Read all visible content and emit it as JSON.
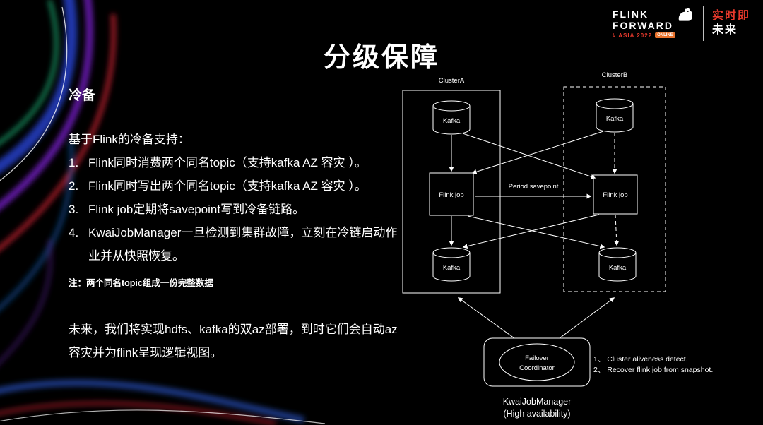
{
  "title": "分级保障",
  "logo": {
    "brand_line1": "FLINK",
    "brand_line2": "FORWARD",
    "brand_sub": "# ASIA 2022",
    "brand_badge": "ONLINE",
    "tagline_line1": "实时即",
    "tagline_line2": "未来"
  },
  "content": {
    "section_heading": "冷备",
    "intro": "基于Flink的冷备支持：",
    "list": [
      {
        "num": "1.",
        "text": "Flink同时消费两个同名topic（支持kafka AZ 容灾 ）。"
      },
      {
        "num": "2.",
        "text": "Flink同时写出两个同名topic（支持kafka AZ 容灾 ）。"
      },
      {
        "num": "3.",
        "text": "Flink job定期将savepoint写到冷备链路。"
      },
      {
        "num": "4.",
        "text": "KwaiJobManager一旦检测到集群故障，立刻在冷链启动作业并从快照恢复。"
      }
    ],
    "note": "注：两个同名topic组成一份完整数据",
    "future": "未来，我们将实现hdfs、kafka的双az部署，到时它们会自动az容灾并为flink呈现逻辑视图。"
  },
  "diagram": {
    "cluster_a": {
      "label": "ClusterA",
      "kafka_top": "Kafka",
      "flink_job": "Flink job",
      "kafka_bottom": "Kafka"
    },
    "cluster_b": {
      "label": "ClusterB",
      "kafka_top": "Kafka",
      "flink_job": "Flink job",
      "kafka_bottom": "Kafka"
    },
    "savepoint_label": "Period savepoint",
    "coordinator_line1": "Failover",
    "coordinator_line2": "Coordinator",
    "manager_caption_line1": "KwaiJobManager",
    "manager_caption_line2": "(High availability)",
    "notes": [
      "1、 Cluster aliveness detect.",
      "2、 Recover flink job from snapshot."
    ]
  },
  "colors": {
    "background": "#000000",
    "accent_red": "#e8392c",
    "badge_orange": "#e8722c",
    "text": "#ffffff"
  }
}
